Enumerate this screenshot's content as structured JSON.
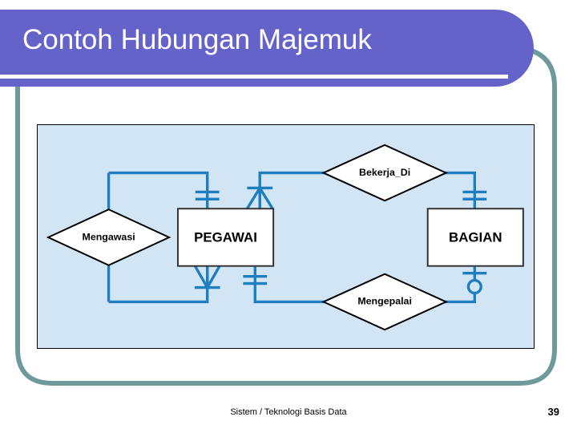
{
  "slide": {
    "title": "Contoh Hubungan Majemuk",
    "footer": "Sistem / Teknologi Basis Data",
    "page_number": "39"
  },
  "colors": {
    "banner": "#6563c9",
    "frame": "#6f9a9c",
    "diagram_background": "#d2e5f4",
    "connector": "#1f7ec0",
    "shape_fill": "#ffffff",
    "shape_stroke": "#000000"
  },
  "diagram": {
    "type": "er-diagram",
    "entities": [
      {
        "id": "pegawai",
        "label": "PEGAWAI"
      },
      {
        "id": "bagian",
        "label": "BAGIAN"
      }
    ],
    "relationships": [
      {
        "id": "mengawasi",
        "label": "Mengawasi"
      },
      {
        "id": "bekerja_di",
        "label": "Bekerja_Di"
      },
      {
        "id": "mengepalai",
        "label": "Mengepalai"
      }
    ],
    "connectors": [
      {
        "id": "pegawai-top-mengawasi",
        "notation": "one-and-only-one"
      },
      {
        "id": "pegawai-bottom-mengawasi",
        "notation": "one-or-many"
      },
      {
        "id": "pegawai-top-bekerja-di",
        "notation": "one-or-many"
      },
      {
        "id": "pegawai-bottom-mengepalai",
        "notation": "one-and-only-one"
      },
      {
        "id": "bagian-top-bekerja-di",
        "notation": "one-and-only-one"
      },
      {
        "id": "bagian-bottom-mengepalai",
        "notation": "zero-or-one"
      }
    ]
  }
}
